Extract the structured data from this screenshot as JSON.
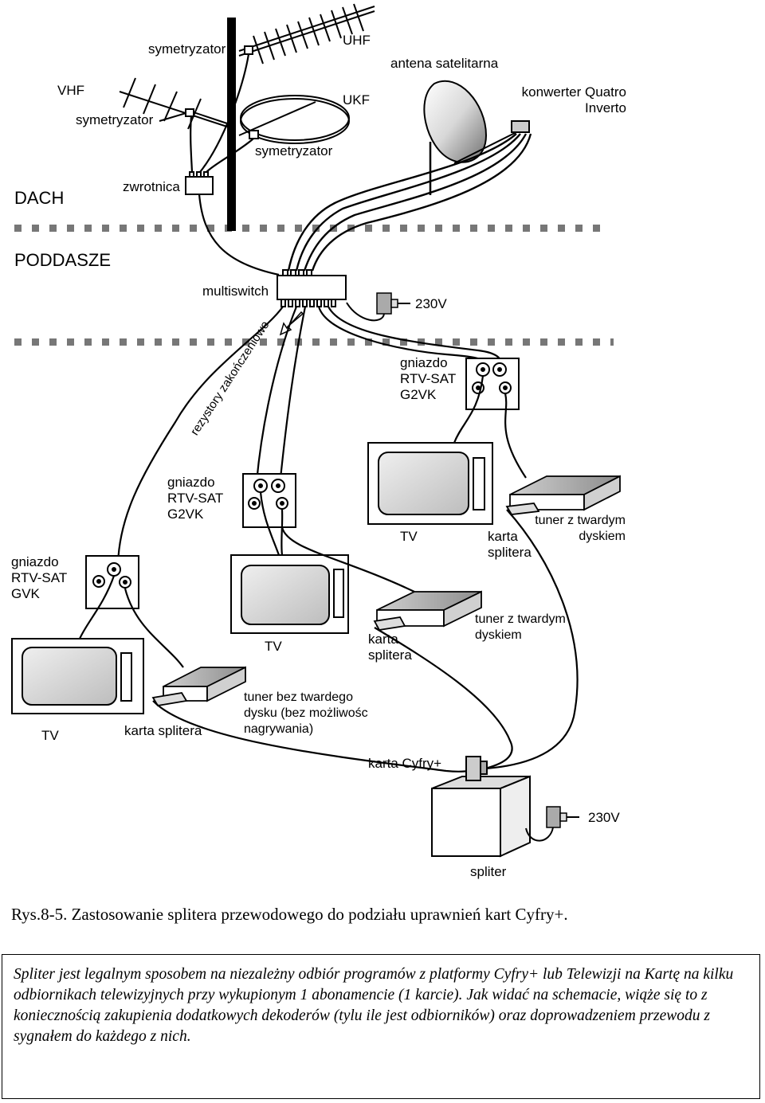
{
  "zones": {
    "roof": "DACH",
    "attic": "PODDASZE"
  },
  "antennas": {
    "vhf": "VHF",
    "uhf": "UHF",
    "ukf": "UKF",
    "satellite": "antena satelitarna",
    "balun_top": "symetryzator",
    "balun_vhf": "symetryzator",
    "balun_ukf": "symetryzator",
    "diplexer": "zwrotnica",
    "lnb": "konwerter Quatro\nInverto"
  },
  "attic_devices": {
    "multiswitch": "multiswitch",
    "power": "230V",
    "resistors": "rezystory zakończeniowe"
  },
  "sockets": {
    "a": "gniazdo\nRTV-SAT\nG2VK",
    "b": "gniazdo\nRTV-SAT\nG2VK",
    "c": "gniazdo\nRTV-SAT\nGVK"
  },
  "devices": {
    "tv_a": "TV",
    "card_a": "karta\nsplitera",
    "tuner_a": "tuner z twardym\ndyskiem",
    "tv_b": "TV",
    "card_b": "karta\nsplitera",
    "tuner_b": "tuner z twardym\ndyskiem",
    "tv_c": "TV",
    "card_c": "karta splitera",
    "tuner_c": "tuner bez twardego\ndysku (bez możliwośc\nnagrywania)",
    "cyfra_card": "karta Cyfry+",
    "splitter_power": "230V",
    "splitter": "spliter"
  },
  "caption": "Rys.8-5. Zastosowanie splitera przewodowego do podziału uprawnień kart Cyfry+.",
  "description": "Spliter jest legalnym sposobem na niezależny odbiór programów z platformy Cyfry+ lub Telewizji na Kartę na kilku odbiornikach telewizyjnych przy wykupionym 1 abonamencie (1 karcie). Jak widać na schemacie, wiąże się to z koniecznością zakupienia dodatkowych dekoderów (tylu ile jest odbiorników) oraz doprowadzeniem przewodu z sygnałem do każdego z nich."
}
